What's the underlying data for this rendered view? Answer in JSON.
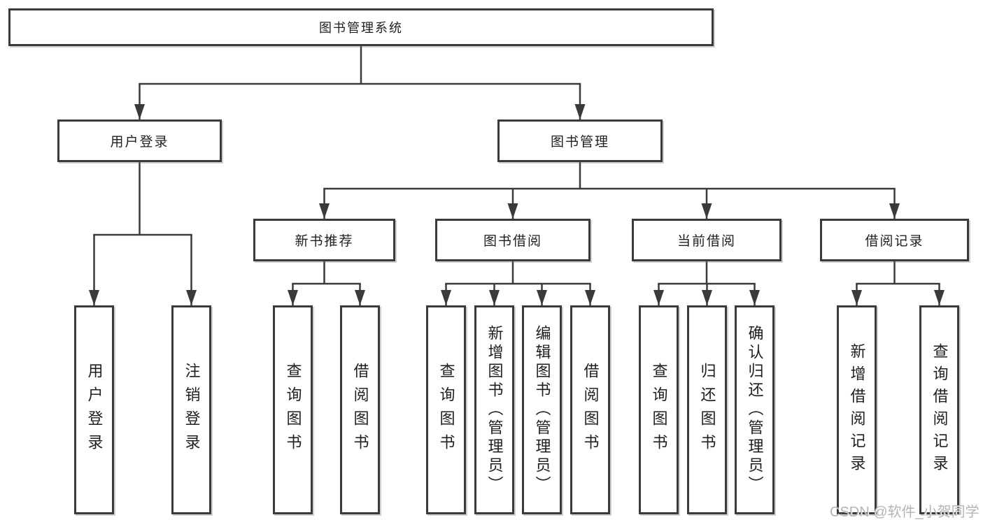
{
  "diagram_type": "hierarchy-tree",
  "colors": {
    "line": "#3a3a3a",
    "box_border": "#3a3a3a",
    "text": "#1f1f1f",
    "background": "#ffffff",
    "watermark": "#b5b5b5"
  },
  "tree": {
    "label": "图书管理系统",
    "children": [
      {
        "label": "用户登录",
        "children": [
          {
            "label": "用户登录"
          },
          {
            "label": "注销登录"
          }
        ]
      },
      {
        "label": "图书管理",
        "children": [
          {
            "label": "新书推荐",
            "children": [
              {
                "label": "查询图书"
              },
              {
                "label": "借阅图书"
              }
            ]
          },
          {
            "label": "图书借阅",
            "children": [
              {
                "label": "查询图书"
              },
              {
                "label": "新增图书（管理员）"
              },
              {
                "label": "编辑图书（管理员）"
              },
              {
                "label": "借阅图书"
              }
            ]
          },
          {
            "label": "当前借阅",
            "children": [
              {
                "label": "查询图书"
              },
              {
                "label": "归还图书"
              },
              {
                "label": "确认归还（管理员）"
              }
            ]
          },
          {
            "label": "借阅记录",
            "children": [
              {
                "label": "新增借阅记录"
              },
              {
                "label": "查询借阅记录"
              }
            ]
          }
        ]
      }
    ]
  },
  "watermark": {
    "text": "CSDN @软件_小贺同学"
  }
}
